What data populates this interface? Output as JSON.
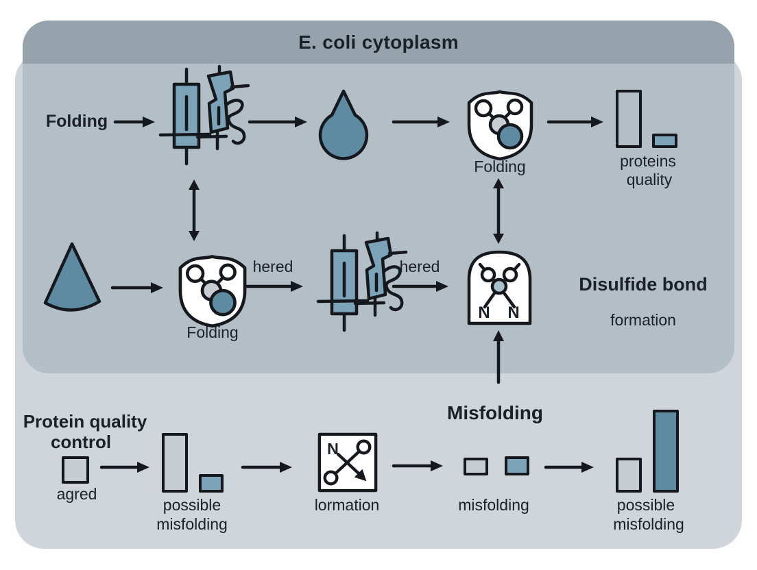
{
  "title": "E. coli cytoplasm",
  "colors": {
    "header_band": "#96a3ad",
    "upper_panel": "#b4bec6",
    "lower_panel": "#cfd5da",
    "blue": "#5e8aa2",
    "blue_light": "#7ca3b7",
    "gray_fill": "#c6ced4",
    "stroke": "#15191e",
    "text": "#1c2127"
  },
  "upper": {
    "folding_start_label": "Folding",
    "shield_top_label": "Folding",
    "bars_top": {
      "line1": "proteins",
      "line2": "quality"
    },
    "shield_mid_label": "Folding",
    "hered1": "hered",
    "hered2": "hered",
    "nn": {
      "left": "N",
      "right": "N"
    },
    "disulfide": {
      "line1": "Disulfide bond",
      "line2": "formation"
    }
  },
  "lower": {
    "heading": {
      "line1": "Protein quality",
      "line2": "control"
    },
    "square_label": "agred",
    "bars1": {
      "line1": "possible",
      "line2": "misfolding"
    },
    "box_n": "N",
    "box_label": "lormation",
    "misfolding_heading": "Misfolding",
    "squares_label": "misfolding",
    "bars2": {
      "line1": "possible",
      "line2": "misfolding"
    }
  }
}
